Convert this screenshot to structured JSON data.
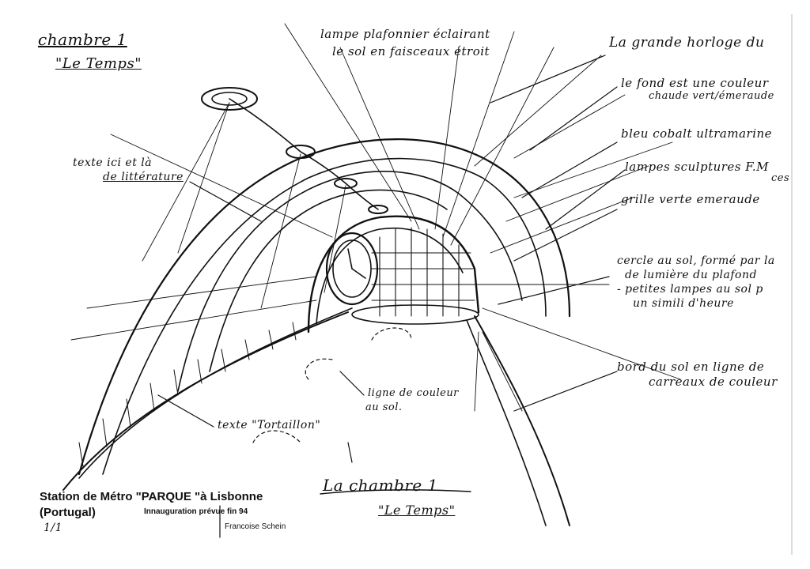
{
  "title_block": {
    "room_label": "chambre 1",
    "room_subtitle": "\"Le Temps\"",
    "station_line": "Station de Métro \"PARQUE \"à Lisbonne",
    "country": "(Portugal)",
    "inauguration": "Innauguration prévue fin 94",
    "author": "Francoise Schein",
    "signature_title": "La chambre 1",
    "signature_subtitle": "\"Le Temps\"",
    "mark": "1/1"
  },
  "annotations": {
    "lamp_ceiling": "lampe plafonnier éclairant",
    "lamp_ceiling_2": "le sol en faisceaux étroit",
    "clock": "La grande horloge du",
    "background": "le fond est une couleur",
    "background_2": "chaude vert/émeraude",
    "blue": "bleu cobalt ultramarine",
    "lamps_sculpt": "lampes sculptures F.M",
    "lamps_sculpt_2": "ces",
    "grille": "grille verte emeraude",
    "text_here": "texte ici et là",
    "text_here_2": "de littérature",
    "circle_floor": "cercle au sol, formé par la",
    "circle_floor_2": "de lumière du plafond",
    "circle_floor_3": "- petites lampes au sol p",
    "circle_floor_4": "un simili d'heure",
    "edge_floor": "bord du sol en ligne de",
    "edge_floor_2": "carreaux de couleur",
    "color_line": "ligne de couleur",
    "color_line_2": "au sol.",
    "text_bottom": "texte \"Tortaillon\""
  },
  "colors": {
    "ink": "#111111",
    "paper": "#ffffff"
  }
}
